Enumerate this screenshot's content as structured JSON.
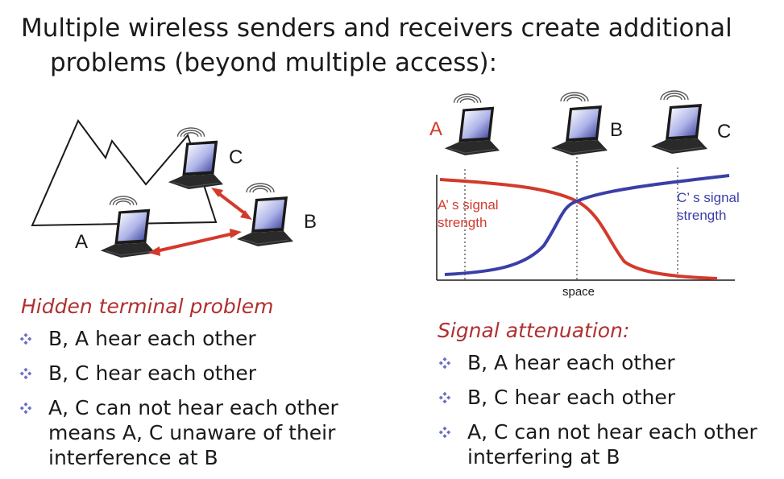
{
  "title": {
    "line1": "Multiple wireless senders and receivers create additional",
    "line2": "problems (beyond multiple access):"
  },
  "left_diagram": {
    "labels": {
      "a": "A",
      "b": "B",
      "c": "C"
    }
  },
  "right_diagram": {
    "labels": {
      "a": "A",
      "b": "B",
      "c": "C"
    },
    "a_signal": {
      "line1": "A’ s signal",
      "line2": "strength"
    },
    "c_signal": {
      "line1": "C’ s signal",
      "line2": "strength"
    },
    "xlabel": "space"
  },
  "hidden_terminal": {
    "heading": "Hidden terminal problem",
    "bullets": [
      {
        "line1": "B, A hear each other"
      },
      {
        "line1": "B, C hear each other"
      },
      {
        "line1": "A, C can not hear each other",
        "line2": "means A, C unaware of their",
        "line3": "interference at B"
      }
    ]
  },
  "signal_attenuation": {
    "heading": "Signal attenuation:",
    "bullets": [
      {
        "line1": "B, A hear each other"
      },
      {
        "line1": "B, C hear each other"
      },
      {
        "line1": "A, C can not hear each other",
        "line2": "interfering at B"
      }
    ]
  },
  "colors": {
    "red": "#d33a2c",
    "blue": "#3a3fa8",
    "heading_red": "#b03030",
    "bullet": "#6b6fc4"
  },
  "icons": [
    "laptop-icon",
    "wireless-waves-icon",
    "diamond-bullet-icon",
    "double-arrow-icon"
  ]
}
